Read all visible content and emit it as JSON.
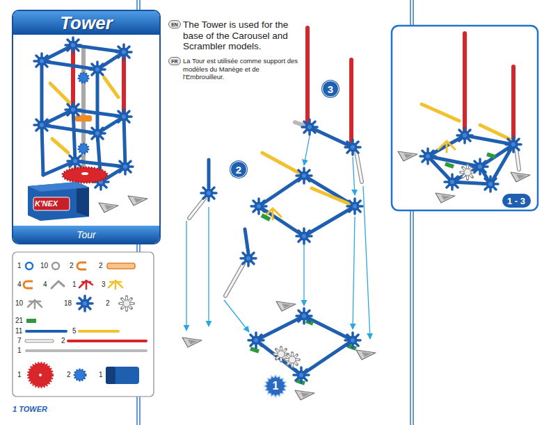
{
  "diagram": {
    "title": "Tower",
    "caption": "Tour",
    "nodes": [
      {
        "text": [
          "EN"
        ]
      },
      {
        "text": [
          "FR"
        ]
      },
      {
        "text": [
          "1"
        ]
      },
      {
        "text": [
          "2"
        ]
      },
      {
        "text": [
          "3"
        ]
      },
      {
        "text": [
          "1 - 3"
        ]
      }
    ],
    "labels": [
      "The Tower is used for the base of the Carousel and Scrambler models.",
      "La Tour est utilisée comme support des modèles du Manège et de l'Embrouilleur.",
      "K'NEX",
      "1",
      "10",
      "2",
      "2",
      "4",
      "4",
      "1",
      "3",
      "10",
      "18",
      "2",
      "21",
      "11",
      "5",
      "7",
      "2",
      "1",
      "1",
      "2",
      "1",
      "1 TOWER"
    ]
  }
}
